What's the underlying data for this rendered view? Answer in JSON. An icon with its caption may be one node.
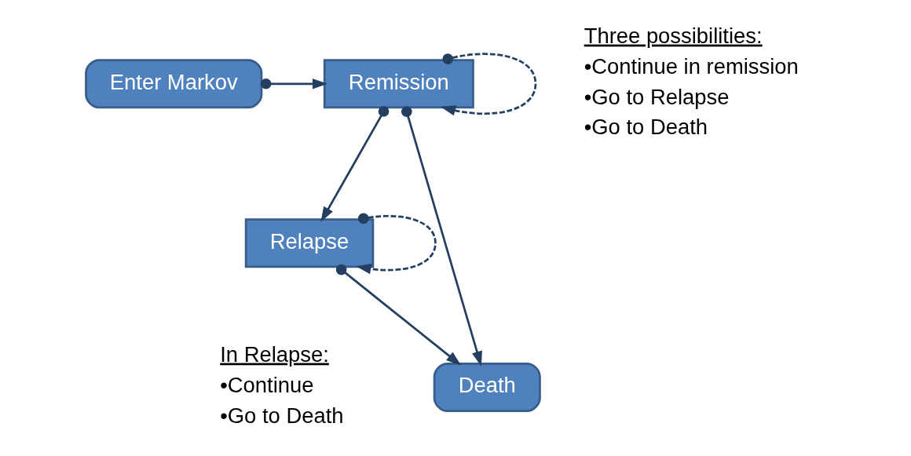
{
  "diagram": {
    "nodes": [
      {
        "text": [
          "Enter Markov"
        ]
      },
      {
        "text": [
          "Remission"
        ]
      },
      {
        "text": [
          "Relapse"
        ]
      },
      {
        "text": [
          "Death"
        ]
      }
    ],
    "edges": [
      {
        "from": 0,
        "to": 1,
        "arrow": "to"
      },
      {
        "from": 1,
        "to": 1,
        "arrow": "to",
        "style": "dashed"
      },
      {
        "from": 1,
        "to": 2,
        "arrow": "to"
      },
      {
        "from": 1,
        "to": 3,
        "arrow": "to"
      },
      {
        "from": 2,
        "to": 2,
        "arrow": "to",
        "style": "dashed"
      },
      {
        "from": 2,
        "to": 3,
        "arrow": "to"
      }
    ],
    "labels": [
      "Three possibilities:",
      "•Continue in remission",
      "•Go to Relapse",
      "•Go to Death",
      "In Relapse:",
      "•Continue",
      "•Go to Death"
    ]
  }
}
